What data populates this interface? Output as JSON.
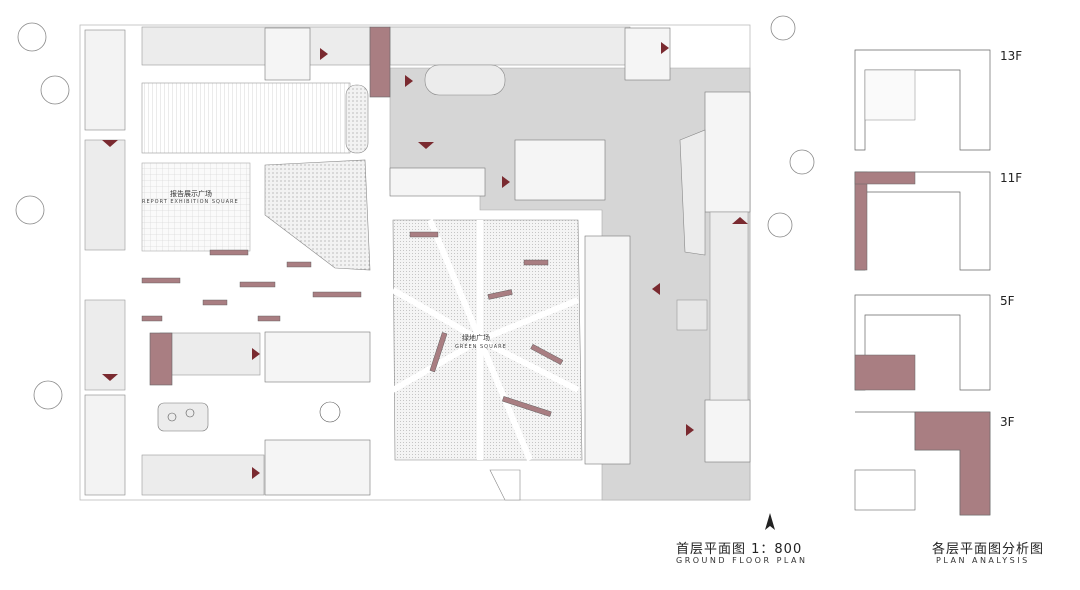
{
  "labels": {
    "exhibition_square_cn": "报告展示广场",
    "exhibition_square_en": "REPORT EXHIBITION SQUARE",
    "green_square_cn": "绿地广场",
    "green_square_en": "GREEN SQUARE"
  },
  "captions": {
    "ground_floor_cn": "首层平面图 1：800",
    "ground_floor_en": "GROUND FLOOR PLAN",
    "analysis_cn": "各层平面图分析图",
    "analysis_en": "PLAN ANALYSIS"
  },
  "floors": [
    "13F",
    "11F",
    "5F",
    "3F"
  ],
  "colors": {
    "accent": "#a97e82",
    "marker": "#7a2a30",
    "paving": "#d4d4d4",
    "hatch": "#e8e8e8"
  },
  "icons": [
    "north-arrow-icon",
    "entrance-triangle-icon",
    "tree-circle-icon"
  ]
}
